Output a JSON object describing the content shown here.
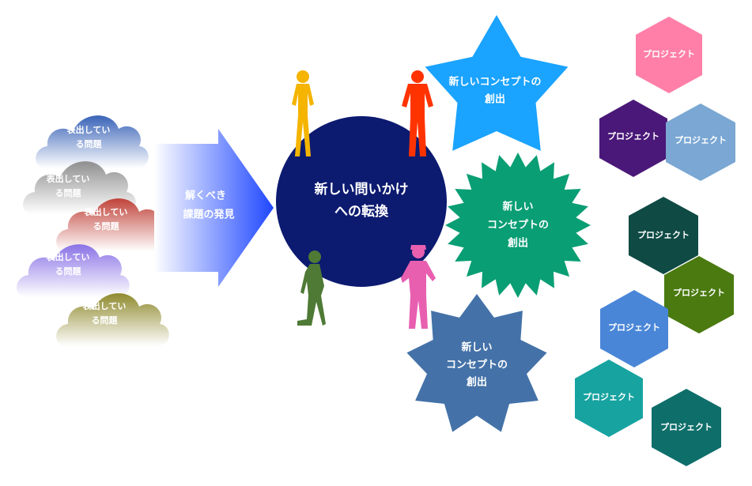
{
  "clouds": [
    {
      "line1": "表出してい",
      "line2": "る問題",
      "color": "#3a64b8"
    },
    {
      "line1": "表出してい",
      "line2": "る問題",
      "color": "#8f8f8f"
    },
    {
      "line1": "表出してい",
      "line2": "る問題",
      "color": "#c0433a"
    },
    {
      "line1": "表出してい",
      "line2": "る問題",
      "color": "#8a73e6"
    },
    {
      "line1": "表出してい",
      "line2": "る問題",
      "color": "#8f8a2e"
    }
  ],
  "arrow": {
    "line1": "解くべき",
    "line2": "課題の発見",
    "color": "#1f47ff"
  },
  "center": {
    "line1": "新しい問いかけ",
    "line2": "への転換",
    "color": "#0c1a70"
  },
  "people": [
    {
      "icon": "standing-woman-icon",
      "color": "#f4b400"
    },
    {
      "icon": "standing-man-icon",
      "color": "#ff3300"
    },
    {
      "icon": "walking-woman-icon",
      "color": "#4e7a35"
    },
    {
      "icon": "worker-icon",
      "color": "#e85fb0"
    }
  ],
  "concepts": [
    {
      "line1": "新しいコンセプトの",
      "line2": "創出",
      "color": "#1aa3ff"
    },
    {
      "line1": "新しい",
      "line2": "コンセプトの",
      "line3": "創出",
      "color": "#0a9e74"
    },
    {
      "line1": "新しい",
      "line2": "コンセプトの",
      "line3": "創出",
      "color": "#4472a8"
    }
  ],
  "projects": [
    {
      "label": "プロジェクト",
      "color": "#ff7fa8"
    },
    {
      "label": "プロジェクト",
      "color": "#4a1878"
    },
    {
      "label": "プロジェクト",
      "color": "#7aa7d3"
    },
    {
      "label": "プロジェクト",
      "color": "#0f4a44"
    },
    {
      "label": "プロジェクト",
      "color": "#4a7a10"
    },
    {
      "label": "プロジェクト",
      "color": "#4a86d8"
    },
    {
      "label": "プロジェクト",
      "color": "#17a3a0"
    },
    {
      "label": "プロジェクト",
      "color": "#0e6e6a"
    }
  ]
}
